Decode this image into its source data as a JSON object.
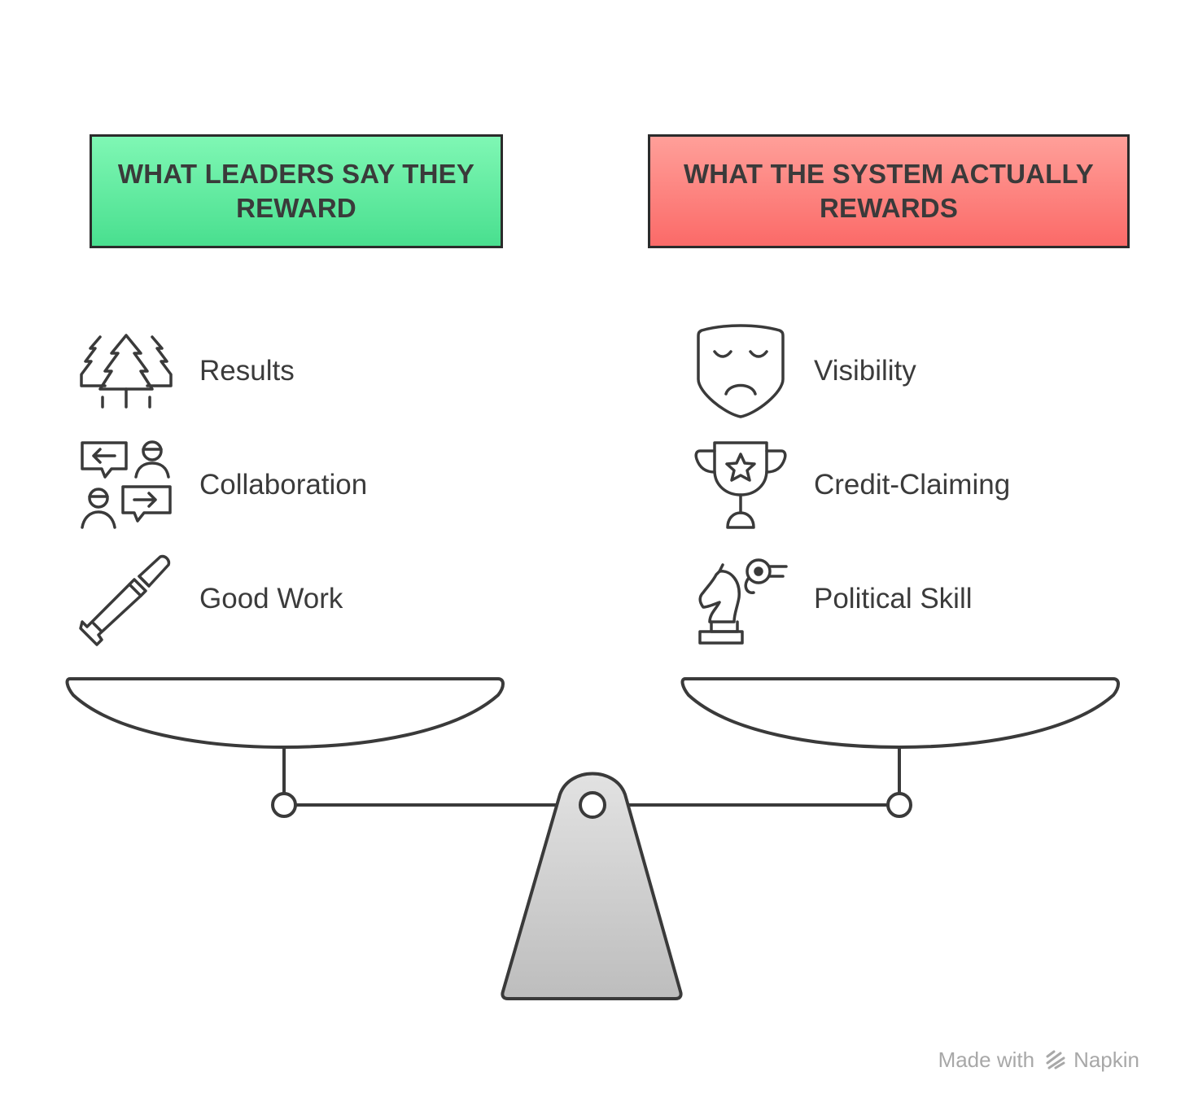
{
  "left_column": {
    "header": "WHAT LEADERS SAY THEY REWARD",
    "header_color": "#5ff0a3",
    "items": [
      {
        "label": "Results",
        "icon": "pine-trees-icon"
      },
      {
        "label": "Collaboration",
        "icon": "people-chat-icon"
      },
      {
        "label": "Good Work",
        "icon": "chisel-icon"
      }
    ]
  },
  "right_column": {
    "header": "WHAT THE SYSTEM ACTUALLY REWARDS",
    "header_color": "#fd8680",
    "items": [
      {
        "label": "Visibility",
        "icon": "sad-mask-icon"
      },
      {
        "label": "Credit-Claiming",
        "icon": "trophy-star-icon"
      },
      {
        "label": "Political Skill",
        "icon": "chess-knight-icon"
      }
    ]
  },
  "scale": {
    "icon": "balance-scale-icon",
    "balanced": true
  },
  "watermark": {
    "made_with": "Made with",
    "brand": "Napkin"
  }
}
